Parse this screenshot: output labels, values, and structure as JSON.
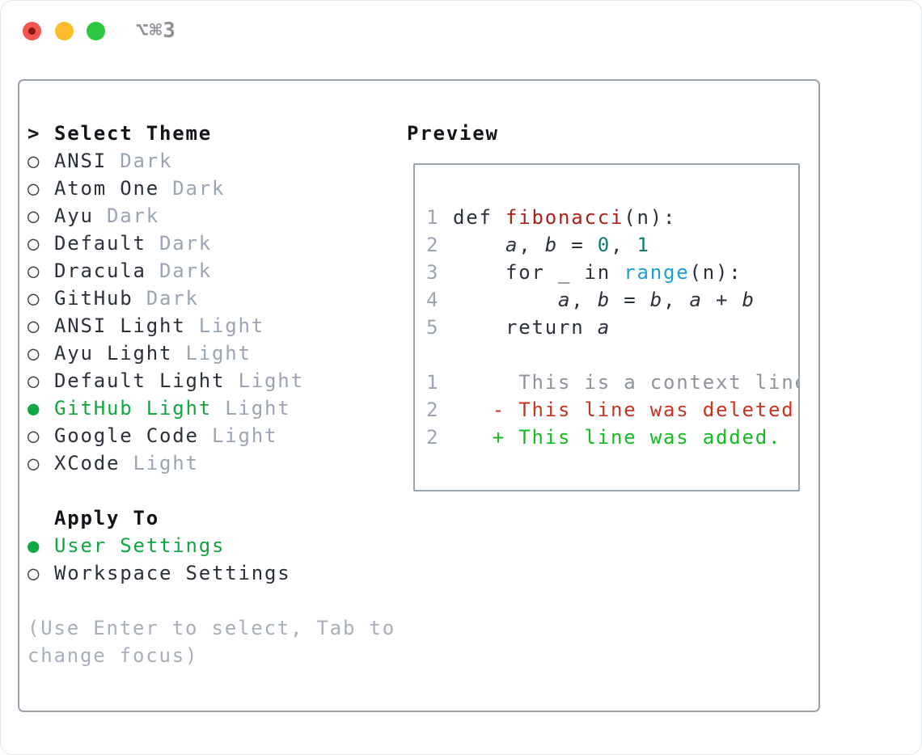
{
  "window": {
    "title": "⌥⌘3"
  },
  "colors": {
    "text": "#2b313a",
    "heading": "#111519",
    "muted": "#9aa5b4",
    "selection_green": "#10a642",
    "added_green": "#11bd1f",
    "deleted_red": "#c9331f",
    "function_red": "#a8211c",
    "number_teal": "#0c7b74",
    "builtin_blue": "#1b9ed8",
    "line_number": "#9aa5b1",
    "context_gray": "#8d949c",
    "hint_gray": "#a6afba",
    "panel_border": "#98a2ad",
    "title_gray": "#8e9399",
    "traffic_red": "#f4544d",
    "traffic_red_dot": "#871811",
    "traffic_yellow": "#fcbc2e",
    "traffic_green": "#2bc840"
  },
  "icons": {
    "radio_unselected": "○",
    "radio_selected": "●"
  },
  "theme_picker": {
    "header_prefix": ">",
    "header_label": "Select Theme",
    "themes": [
      {
        "name": "ANSI",
        "variant": "Dark",
        "selected": false
      },
      {
        "name": "Atom One",
        "variant": "Dark",
        "selected": false
      },
      {
        "name": "Ayu",
        "variant": "Dark",
        "selected": false
      },
      {
        "name": "Default",
        "variant": "Dark",
        "selected": false
      },
      {
        "name": "Dracula",
        "variant": "Dark",
        "selected": false
      },
      {
        "name": "GitHub",
        "variant": "Dark",
        "selected": false
      },
      {
        "name": "ANSI Light",
        "variant": "Light",
        "selected": false
      },
      {
        "name": "Ayu Light",
        "variant": "Light",
        "selected": false
      },
      {
        "name": "Default Light",
        "variant": "Light",
        "selected": false
      },
      {
        "name": "GitHub Light",
        "variant": "Light",
        "selected": true
      },
      {
        "name": "Google Code",
        "variant": "Light",
        "selected": false
      },
      {
        "name": "XCode",
        "variant": "Light",
        "selected": false
      }
    ],
    "apply_to_label": "Apply To",
    "apply_options": [
      {
        "name": "User Settings",
        "selected": true
      },
      {
        "name": "Workspace Settings",
        "selected": false
      }
    ],
    "hint_lines": [
      "(Use Enter to select, Tab to",
      "change focus)"
    ]
  },
  "preview": {
    "title": "Preview",
    "code_lines": [
      {
        "num": "1",
        "tokens": [
          {
            "t": "def "
          },
          {
            "t": "fibonacci",
            "c": "fn"
          },
          {
            "t": "(n):"
          }
        ]
      },
      {
        "num": "2",
        "tokens": [
          {
            "t": "    "
          },
          {
            "t": "a",
            "v": true
          },
          {
            "t": ", "
          },
          {
            "t": "b",
            "v": true
          },
          {
            "t": " = "
          },
          {
            "t": "0",
            "c": "num"
          },
          {
            "t": ", "
          },
          {
            "t": "1",
            "c": "num"
          }
        ]
      },
      {
        "num": "3",
        "tokens": [
          {
            "t": "    for _ in "
          },
          {
            "t": "range",
            "c": "kw"
          },
          {
            "t": "(n):"
          }
        ]
      },
      {
        "num": "4",
        "tokens": [
          {
            "t": "        "
          },
          {
            "t": "a",
            "v": true
          },
          {
            "t": ", "
          },
          {
            "t": "b",
            "v": true
          },
          {
            "t": " = "
          },
          {
            "t": "b",
            "v": true
          },
          {
            "t": ", "
          },
          {
            "t": "a",
            "v": true
          },
          {
            "t": " + "
          },
          {
            "t": "b",
            "v": true
          }
        ]
      },
      {
        "num": "5",
        "tokens": [
          {
            "t": "    return "
          },
          {
            "t": "a",
            "v": true
          }
        ]
      }
    ],
    "diff_lines": [
      {
        "num": "1",
        "kind": "context",
        "body": "     This is a context line."
      },
      {
        "num": "2",
        "kind": "deleted",
        "body": "   - This line was deleted."
      },
      {
        "num": "2",
        "kind": "added",
        "body": "   + This line was added."
      }
    ]
  }
}
